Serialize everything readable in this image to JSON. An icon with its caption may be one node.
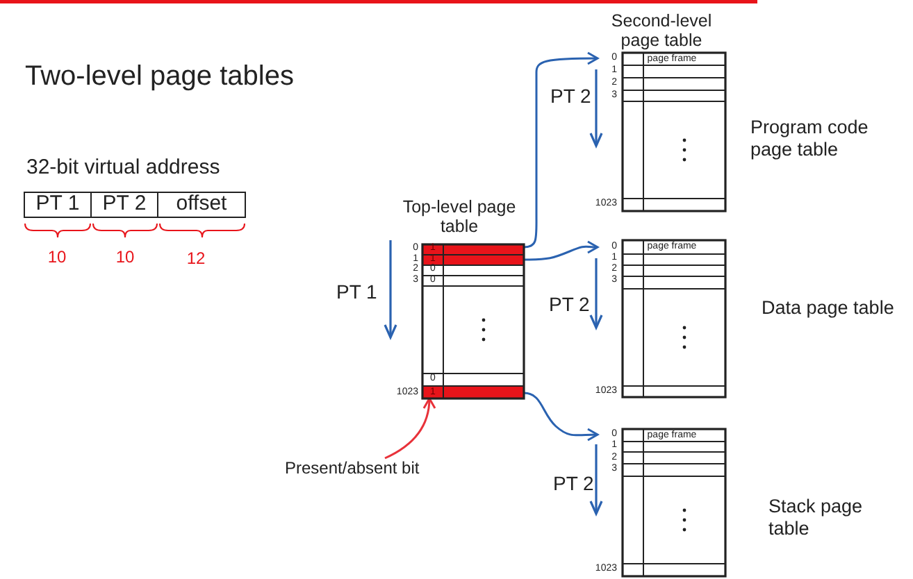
{
  "diagram": {
    "title": "Two-level page tables",
    "nodes": [
      {
        "text": [
          "32-bit virtual address",
          "PT 1",
          "PT 2",
          "offset"
        ]
      },
      {
        "text": [
          "Top-level page table"
        ]
      },
      {
        "text": [
          "Second-level page table",
          "page frame"
        ],
        "beside": [
          "Program code page table"
        ]
      },
      {
        "text": [
          "page frame"
        ],
        "beside": [
          "Data page table"
        ]
      },
      {
        "text": [
          "page frame"
        ],
        "beside": [
          "Stack page table"
        ]
      },
      {
        "text": [
          "Present/absent bit"
        ]
      }
    ],
    "edges": [
      {
        "from": 1,
        "to": 2,
        "arrow": "to"
      },
      {
        "from": 1,
        "to": 3,
        "arrow": "to"
      },
      {
        "from": 1,
        "to": 4,
        "arrow": "to"
      },
      {
        "from": 5,
        "to": 1,
        "arrow": "to",
        "color": "#e8323a"
      }
    ],
    "labels": [
      "10",
      "10",
      "12",
      "PT 1",
      "0",
      "1",
      "2",
      "3",
      "1023",
      "1",
      "1",
      "0",
      "0",
      "0",
      "1",
      "PT 2",
      "0",
      "1",
      "2",
      "3",
      "1023",
      "PT 2",
      "0",
      "1",
      "2",
      "3",
      "1023",
      "PT 2",
      "0",
      "1",
      "2",
      "3",
      "1023"
    ]
  }
}
